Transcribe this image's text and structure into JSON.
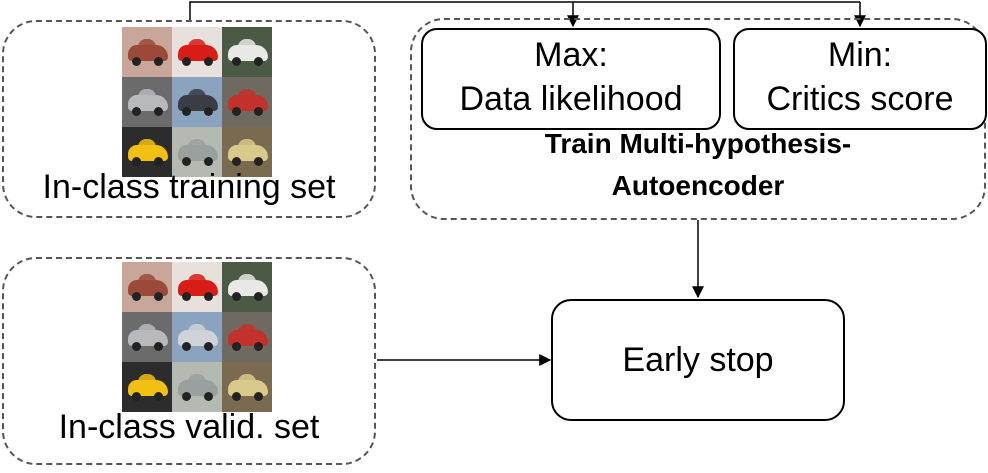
{
  "training_group": {
    "label": "In-class training set",
    "thumbnails": [
      {
        "icon": "car-photo",
        "bg": "#c9a69a",
        "car": "#9b4a3a"
      },
      {
        "icon": "car-photo",
        "bg": "#e7e0dc",
        "car": "#d81c16"
      },
      {
        "icon": "car-photo",
        "bg": "#4a5a45",
        "car": "#e8e8e4"
      },
      {
        "icon": "car-photo",
        "bg": "#6b6b6b",
        "car": "#b8b9bd"
      },
      {
        "icon": "car-photo",
        "bg": "#8aa4bf",
        "car": "#3a3d44"
      },
      {
        "icon": "car-photo",
        "bg": "#6f6a60",
        "car": "#c3312d"
      },
      {
        "icon": "car-photo",
        "bg": "#2c2c2c",
        "car": "#f2c012"
      },
      {
        "icon": "car-photo",
        "bg": "#b4b9b2",
        "car": "#9aa09d"
      },
      {
        "icon": "car-photo",
        "bg": "#7a6a50",
        "car": "#d9c98a"
      }
    ]
  },
  "validation_group": {
    "label": "In-class valid. set",
    "thumbnails": [
      {
        "icon": "car-photo",
        "bg": "#c9a69a",
        "car": "#9b4a3a"
      },
      {
        "icon": "car-photo",
        "bg": "#e7e0dc",
        "car": "#d81c16"
      },
      {
        "icon": "car-photo",
        "bg": "#4a5a45",
        "car": "#e8e8e4"
      },
      {
        "icon": "car-photo",
        "bg": "#6b6b6b",
        "car": "#b8b9bd"
      },
      {
        "icon": "car-photo",
        "bg": "#8aa4bf",
        "car": "#cfd2d6"
      },
      {
        "icon": "car-photo",
        "bg": "#6f6a60",
        "car": "#c3312d"
      },
      {
        "icon": "car-photo",
        "bg": "#2c2c2c",
        "car": "#f2c012"
      },
      {
        "icon": "car-photo",
        "bg": "#b4b9b2",
        "car": "#9aa09d"
      },
      {
        "icon": "car-photo",
        "bg": "#7a6a50",
        "car": "#d9c98a"
      }
    ]
  },
  "train_group": {
    "label_line1": "Train Multi-hypothesis-",
    "label_line2": "Autoencoder",
    "max_box": {
      "line1": "Max:",
      "line2": "Data likelihood"
    },
    "min_box": {
      "line1": "Min:",
      "line2": "Critics score"
    }
  },
  "early_stop": {
    "label": "Early stop"
  }
}
